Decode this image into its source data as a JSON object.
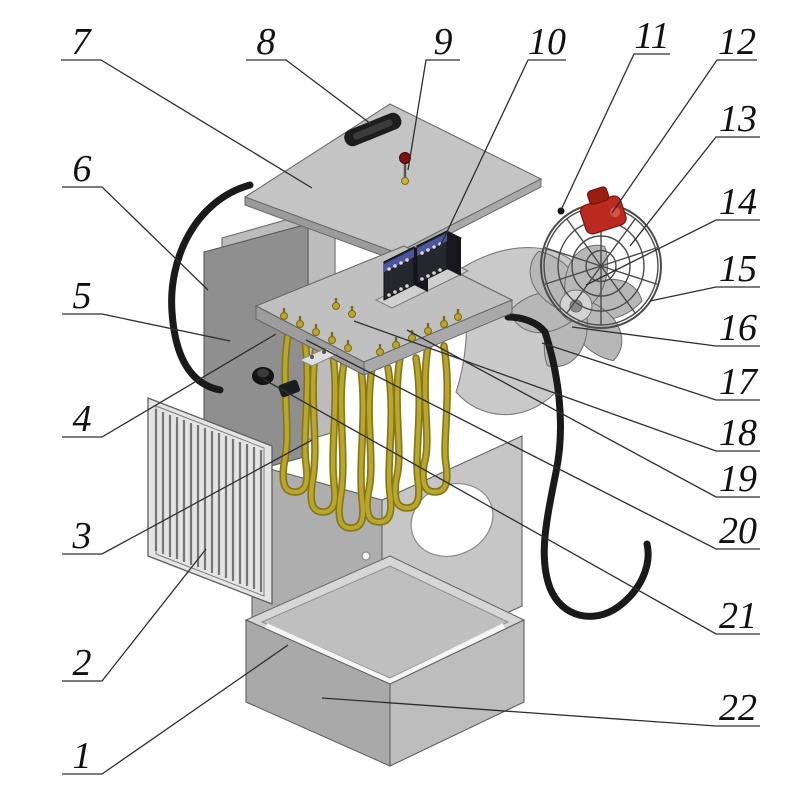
{
  "figure": {
    "type": "exploded-view-diagram"
  },
  "colors": {
    "background": "#ffffff",
    "outline": "#2e2e2e",
    "callout_text": "#111111",
    "metal_light": "#c9c9c9",
    "metal_mid": "#b0b0b0",
    "metal_dark": "#8f8f8f",
    "heater": "#b9a62c",
    "heater_dark": "#857718",
    "cable": "#1a1a1a",
    "motor_red": "#b92b20",
    "contactor_blue": "#3d4a85"
  },
  "callouts": [
    {
      "label": "1"
    },
    {
      "label": "2"
    },
    {
      "label": "3"
    },
    {
      "label": "4"
    },
    {
      "label": "5"
    },
    {
      "label": "6"
    },
    {
      "label": "7"
    },
    {
      "label": "8"
    },
    {
      "label": "9"
    },
    {
      "label": "10"
    },
    {
      "label": "11"
    },
    {
      "label": "12"
    },
    {
      "label": "13"
    },
    {
      "label": "14"
    },
    {
      "label": "15"
    },
    {
      "label": "16"
    },
    {
      "label": "17"
    },
    {
      "label": "18"
    },
    {
      "label": "19"
    },
    {
      "label": "20"
    },
    {
      "label": "21"
    },
    {
      "label": "22"
    }
  ]
}
